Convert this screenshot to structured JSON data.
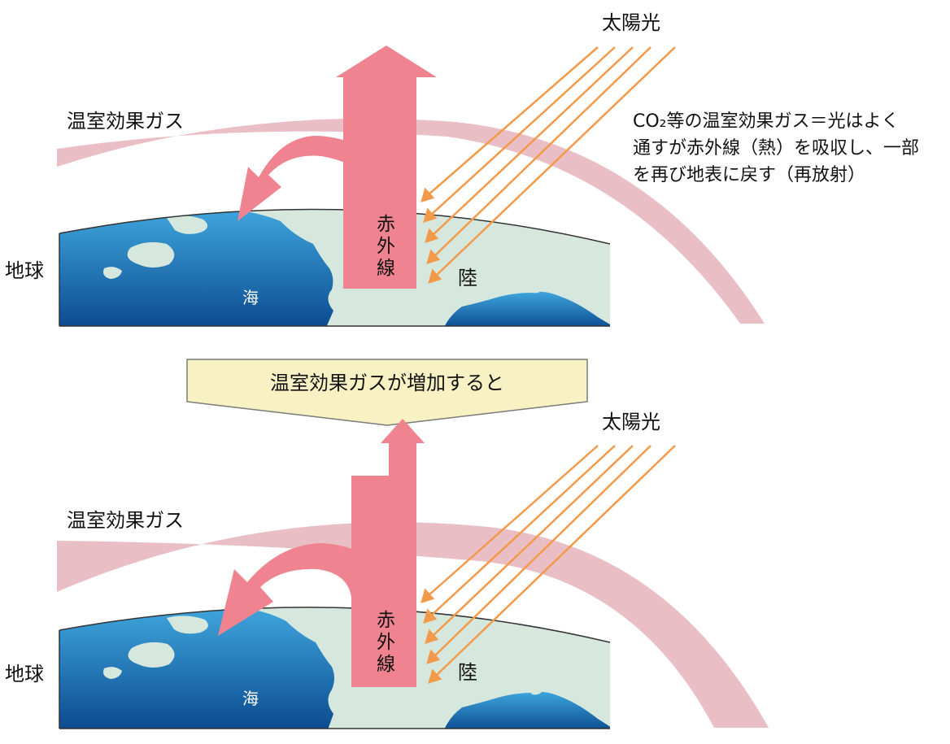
{
  "colors": {
    "ocean_light": "#3fa5dc",
    "ocean_dark": "#0a4a8e",
    "land": "#d6e8dd",
    "gas_layer": "#e6b3bb",
    "infrared_arrow": "#ef8490",
    "sunlight": "#f39a4a",
    "banner_fill": "#f7f1c3",
    "banner_stroke": "#7a7a7a",
    "earth_outline": "#333333"
  },
  "icons": {
    "sunlight": "orange-diagonal-rays",
    "infrared": "pink-up-and-curved-arrows",
    "transition": "down-pointing-banner-arrow"
  },
  "top": {
    "sunlight_label": "太陽光",
    "gas_label": "温室効果ガス",
    "earth_label": "地球",
    "ocean_label": "海",
    "land_label": "陸",
    "infrared_label": [
      "赤",
      "外",
      "線"
    ],
    "note_lines": [
      "CO₂等の温室効果ガス＝光はよく",
      "通すが赤外線（熱）を吸収し、一部",
      "を再び地表に戻す（再放射）"
    ]
  },
  "transition": {
    "label": "温室効果ガスが増加すると"
  },
  "bottom": {
    "sunlight_label": "太陽光",
    "gas_label": "温室効果ガス",
    "earth_label": "地球",
    "ocean_label": "海",
    "land_label": "陸",
    "infrared_label": [
      "赤",
      "外",
      "線"
    ]
  }
}
